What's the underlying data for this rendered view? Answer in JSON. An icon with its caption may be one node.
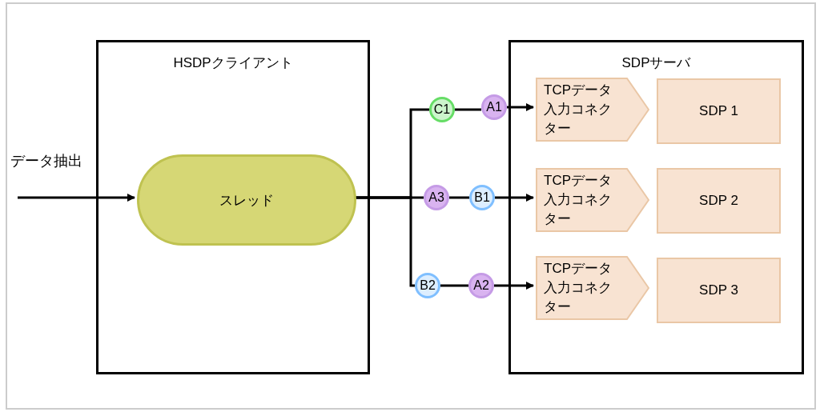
{
  "diagram": {
    "nodes": [
      {
        "text": [
          "HSDPクライアント"
        ]
      },
      {
        "text": [
          "スレッド"
        ],
        "in": 0
      },
      {
        "text": [
          "SDPサーバ"
        ]
      },
      {
        "text": [
          "TCPデータ入力コネクター"
        ],
        "in": 2
      },
      {
        "text": [
          "SDP 1"
        ],
        "in": 2
      },
      {
        "text": [
          "TCPデータ入力コネクター"
        ],
        "in": 2
      },
      {
        "text": [
          "SDP 2"
        ],
        "in": 2
      },
      {
        "text": [
          "TCPデータ入力コネクター"
        ],
        "in": 2
      },
      {
        "text": [
          "SDP 3"
        ],
        "in": 2
      },
      {
        "text": [
          "C1"
        ]
      },
      {
        "text": [
          "A1"
        ]
      },
      {
        "text": [
          "A3"
        ]
      },
      {
        "text": [
          "B1"
        ]
      },
      {
        "text": [
          "B2"
        ]
      },
      {
        "text": [
          "A2"
        ]
      }
    ],
    "edges": [
      {
        "from": null,
        "to": 1,
        "arrow": "to",
        "label": "データ抽出"
      },
      {
        "from": 1,
        "to": 9,
        "arrow": "none"
      },
      {
        "from": 1,
        "to": 11,
        "arrow": "none"
      },
      {
        "from": 1,
        "to": 13,
        "arrow": "none"
      },
      {
        "from": 9,
        "to": 10,
        "arrow": "none"
      },
      {
        "from": 10,
        "to": 3,
        "arrow": "to"
      },
      {
        "from": 11,
        "to": 12,
        "arrow": "none"
      },
      {
        "from": 12,
        "to": 5,
        "arrow": "to"
      },
      {
        "from": 13,
        "to": 14,
        "arrow": "none"
      },
      {
        "from": 14,
        "to": 7,
        "arrow": "to"
      }
    ]
  }
}
